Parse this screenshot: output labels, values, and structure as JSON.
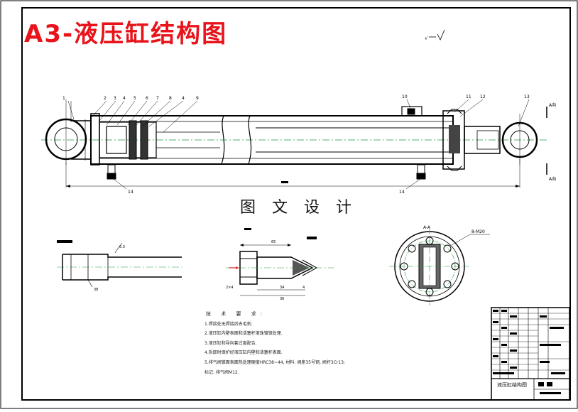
{
  "drawing": {
    "title": "A3-液压缸结构图",
    "watermark": "图 文 设 计",
    "section_label": "A-A",
    "hole_label": "8-M20",
    "section_mark_top": "A向",
    "section_mark_bottom": "A向",
    "part_numbers": [
      "1",
      "2",
      "3",
      "4",
      "5",
      "6",
      "7",
      "8",
      "4",
      "9",
      "10",
      "11",
      "12",
      "13"
    ],
    "balloon_14_left": "14",
    "balloon_14_right": "14",
    "dim_labels": {
      "detail_65": "65",
      "detail_34": "34",
      "detail_4": "4",
      "detail_36": "36",
      "detail_2x4": "2×4",
      "pin_63": "6.3",
      "pin_38": "38"
    }
  },
  "notes": {
    "heading": "技 术 要 求:",
    "items": [
      "1.焊接处无焊接后去毛刺.",
      "2.液压缸内壁表面和活塞杆滚珠镀铬处理.",
      "3.液压缸和导向套过度配合.",
      "4.拆卸时保护好液压缸内壁和活塞杆表面.",
      "5.排气阀锥面表面热处理硬度HRC38~44, 材料: 阀座35号钢, 阀杆3Cr13;",
      "   标记: 排气阀M12."
    ]
  },
  "title_block": {
    "drawing_name": "液压缸结构图"
  },
  "colors": {
    "title_red": "#e8131b",
    "centerline_green": "#1a9a3a",
    "line_black": "#000000",
    "arrow_red": "#d42020"
  }
}
